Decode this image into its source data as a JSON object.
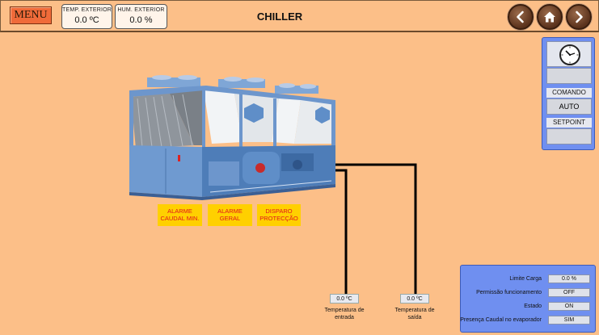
{
  "header": {
    "menu_label": "MENU",
    "title": "CHILLER",
    "temp_exterior": {
      "label": "TEMP. EXTERIOR",
      "value": "0.0 ºC"
    },
    "hum_exterior": {
      "label": "HUM. EXTERIOR",
      "value": "0.0 %"
    },
    "nav": [
      "back-icon",
      "home-icon",
      "forward-icon"
    ]
  },
  "side_panel": {
    "comando_label": "COMANDO",
    "comando_value": "AUTO",
    "setpoint_label": "SETPOINT",
    "setpoint_value": ""
  },
  "alarms": [
    {
      "label": "ALARME CAUDAL MIN."
    },
    {
      "label": "ALARME GERAL"
    },
    {
      "label": "DISPARO PROTECÇÃO"
    }
  ],
  "temperatures": {
    "entrada": {
      "value": "0.0 ºC",
      "label": "Temperatura de entrada"
    },
    "saida": {
      "value": "0.0 ºC",
      "label": "Temperatura de saída"
    }
  },
  "status": [
    {
      "label": "Limite Carga",
      "value": "0.0 %"
    },
    {
      "label": "Permissão funcionamento",
      "value": "OFF"
    },
    {
      "label": "Estado",
      "value": "ON"
    },
    {
      "label": "Presença Caudal no evaporador",
      "value": "SIM"
    }
  ],
  "colors": {
    "background": "#fcbf88",
    "panel": "#6f8ff0",
    "alarm_bg": "#ffd000",
    "alarm_text": "#e0141e",
    "menu_button": "#f06b3a"
  }
}
